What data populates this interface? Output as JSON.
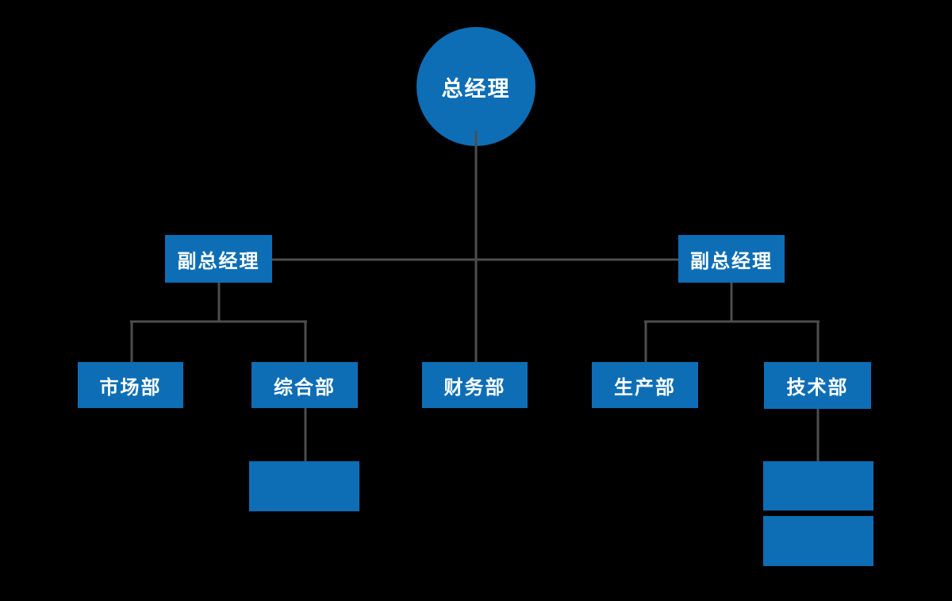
{
  "colors": {
    "background": "#000000",
    "node_fill": "#0d6eb6",
    "connector": "#4d4d4d",
    "text": "#ffffff"
  },
  "org_chart": {
    "root": {
      "label": "总经理",
      "role": "top"
    },
    "deputy_left": {
      "label": "副总经理"
    },
    "deputy_right": {
      "label": "副总经理"
    },
    "marketing": {
      "label": "市场部"
    },
    "general_affairs": {
      "label": "综合部"
    },
    "finance": {
      "label": "财务部"
    },
    "production": {
      "label": "生产部"
    },
    "technology": {
      "label": "技术部"
    },
    "general_affairs_child": {
      "label": ""
    },
    "technology_child_1": {
      "label": ""
    },
    "technology_child_2": {
      "label": ""
    },
    "edges": [
      "root->deputy_left",
      "root->deputy_right",
      "root->finance",
      "deputy_left->marketing",
      "deputy_left->general_affairs",
      "deputy_right->production",
      "deputy_right->technology",
      "general_affairs->general_affairs_child",
      "technology->technology_child_1",
      "technology->technology_child_2"
    ]
  }
}
